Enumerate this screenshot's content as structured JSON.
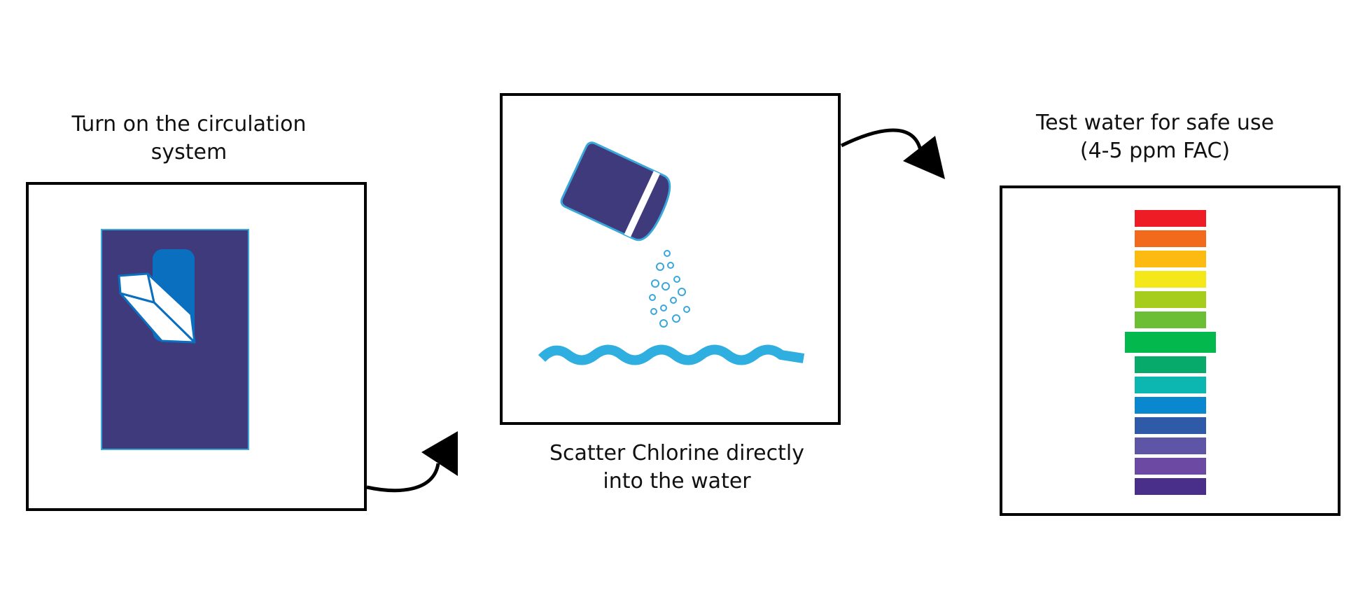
{
  "steps": [
    {
      "caption_line1": "Turn on the circulation",
      "caption_line2": "system"
    },
    {
      "caption_line1": "Scatter Chlorine directly",
      "caption_line2": "into the water"
    },
    {
      "caption_line1": "Test water for safe use",
      "caption_line2": "(4-5 ppm FAC)"
    }
  ],
  "colors": {
    "navy": "#3f3a7c",
    "switch_blue": "#0a6fbf",
    "outline_blue": "#3aa7db",
    "water_blue": "#2faee0"
  },
  "test_strip": {
    "highlight_index": 6,
    "colors": [
      "#ee1c25",
      "#f26b1d",
      "#fdbb11",
      "#f4e81a",
      "#a7cd1c",
      "#6cbf35",
      "#03b94d",
      "#08aa6c",
      "#0cb6b1",
      "#0a88cf",
      "#2f5aa8",
      "#5f55a6",
      "#6c49a2",
      "#4a2f8a"
    ]
  }
}
